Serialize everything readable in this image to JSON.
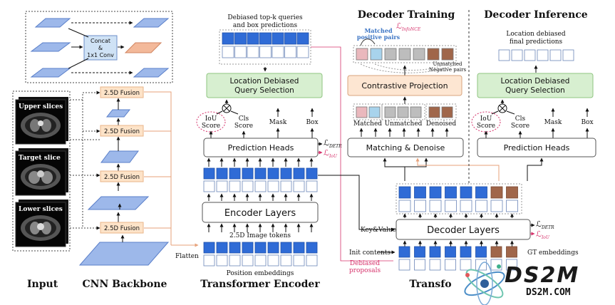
{
  "colors": {
    "token_blue": "#2f6bd6",
    "plane_blue": "#9db8ea",
    "fusion_fill": "#fde3c8",
    "fusion_stroke": "#e9b48a",
    "green_fill": "#d7efd0",
    "green_stroke": "#8fc480",
    "proj_fill": "#fde6d2",
    "brown_token": "#a0664a",
    "pink_token": "#eab8bd",
    "lightblue_token": "#a8d3ec",
    "gray_token": "#bdbdbd",
    "pink_text": "#d6336c",
    "matched_blue": "#3b74c4"
  },
  "input": {
    "label": "Input",
    "slices": [
      "Upper slices",
      "Target slice",
      "Lower slices"
    ]
  },
  "backbone": {
    "label": "CNN Backbone",
    "fusion_label": "2.5D Fusion",
    "concat": [
      "Concat",
      "&",
      "1x1 Conv"
    ],
    "flatten": "Flatten"
  },
  "encoder": {
    "label": "Transformer Encoder",
    "top_caption": [
      "Debiased top-k queries",
      "and box predictions"
    ],
    "ldqs": [
      "Location Debiased",
      "Query Selection"
    ],
    "iou_score": [
      "IoU",
      "Score"
    ],
    "cls_score": [
      "Cls",
      "Score"
    ],
    "mask": "Mask",
    "box": "Box",
    "prediction_heads": "Prediction Heads",
    "loss_detr": "ℒ",
    "loss_detr_sub": "DETR",
    "loss_iou": "ℒ",
    "loss_iou_sub": "IoU",
    "encoder_layers": "Encoder Layers",
    "image_tokens": "2.5D Image tokens",
    "position_embeddings": "Position embeddings"
  },
  "training": {
    "title": "Decoder Training",
    "matched_pairs": [
      "Matched",
      "positive pairs"
    ],
    "loss_infonce": "ℒ",
    "loss_infonce_sub": "InfoNCE",
    "unmatched_pairs": [
      "Unmatched",
      "Negative pairs"
    ],
    "contrastive": "Contrastive Projection",
    "matched": "Matched",
    "unmatched": "Unmatched",
    "denoised": "Denoised",
    "matching_denoise": "Matching & Denoise",
    "key_value": "Key&Value",
    "decoder_layers": "Decoder Layers",
    "loss_detr": "ℒ",
    "loss_detr_sub": "DETR",
    "loss_iou": "ℒ",
    "loss_iou_sub": "IoU",
    "init_contents": "Init contents",
    "debiased_proposals": [
      "Debiased",
      "proposals"
    ],
    "gt_embeddings": "GT embeddings",
    "bottom_label": "Transfo"
  },
  "inference": {
    "title": "Decoder Inference",
    "caption": [
      "Location debiased",
      "final predictions"
    ],
    "ldqs": [
      "Location Debiased",
      "Query Selection"
    ],
    "iou_score": [
      "IoU",
      "Score"
    ],
    "cls_score": [
      "Cls",
      "Score"
    ],
    "mask": "Mask",
    "box": "Box",
    "prediction_heads": "Prediction Heads"
  },
  "watermark": {
    "logo": "DS2M",
    "url": "DS2M.COM"
  }
}
